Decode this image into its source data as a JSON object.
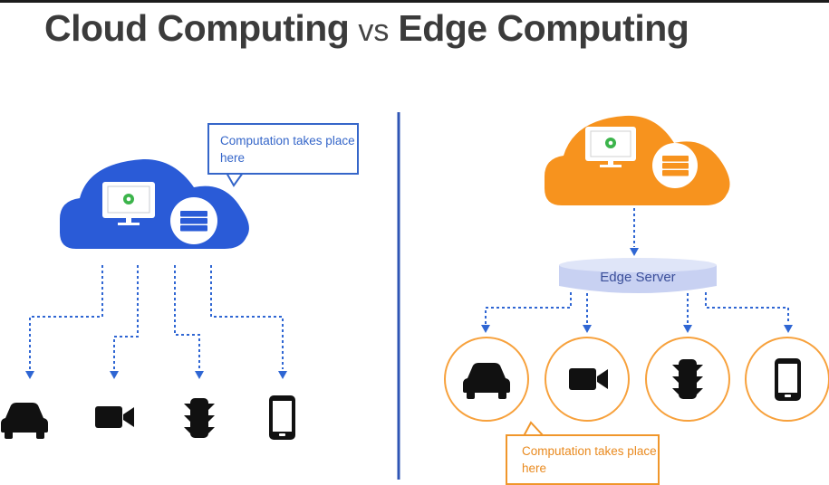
{
  "title": {
    "left": "Cloud Computing",
    "vs": "vs",
    "right": "Edge Computing"
  },
  "cloud_side": {
    "callout": "Computation takes place here",
    "cloud_color": "#2a5bd7",
    "line_color": "#2f66d3",
    "devices": [
      "car-icon",
      "video-camera-icon",
      "traffic-light-icon",
      "smartphone-icon"
    ]
  },
  "edge_side": {
    "edge_server_label": "Edge Server",
    "callout": "Computation takes place here",
    "cloud_color": "#f7931e",
    "line_color": "#2f66d3",
    "devices": [
      "car-icon",
      "video-camera-icon",
      "traffic-light-icon",
      "smartphone-icon"
    ]
  },
  "colors": {
    "divider": "#2f55b5",
    "edge_server_fill": "#c8d1f2",
    "device_ring": "#f7a13c"
  }
}
